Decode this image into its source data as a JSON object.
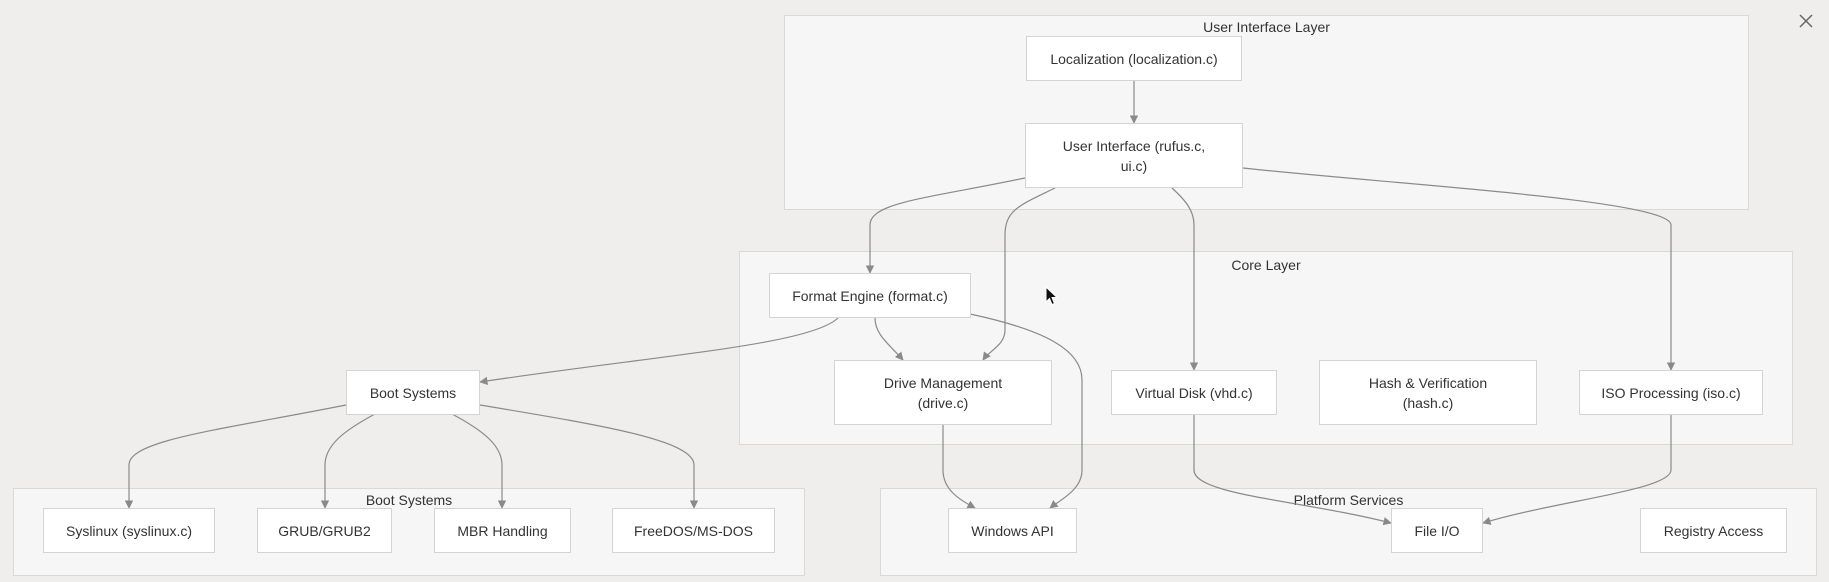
{
  "clusters": {
    "ui": {
      "label": "User Interface Layer"
    },
    "core": {
      "label": "Core Layer"
    },
    "boot": {
      "label": "Boot Systems"
    },
    "platform": {
      "label": "Platform Services"
    }
  },
  "nodes": {
    "localization": "Localization (localization.c)",
    "user_interface": "User Interface (rufus.c,\nui.c)",
    "format_engine": "Format Engine (format.c)",
    "drive_management": "Drive Management\n(drive.c)",
    "virtual_disk": "Virtual Disk (vhd.c)",
    "hash_verification": "Hash & Verification\n(hash.c)",
    "iso_processing": "ISO Processing (iso.c)",
    "boot_systems": "Boot Systems",
    "syslinux": "Syslinux (syslinux.c)",
    "grub": "GRUB/GRUB2",
    "mbr": "MBR Handling",
    "freedos": "FreeDOS/MS-DOS",
    "windows_api": "Windows API",
    "file_io": "File I/O",
    "registry": "Registry Access"
  },
  "icons": {
    "close": "close-icon",
    "cursor": "mouse-pointer-icon"
  },
  "colors": {
    "background": "#efeeec",
    "cluster": "#f6f6f6",
    "node": "#ffffff",
    "edge": "#8a8a8a"
  }
}
